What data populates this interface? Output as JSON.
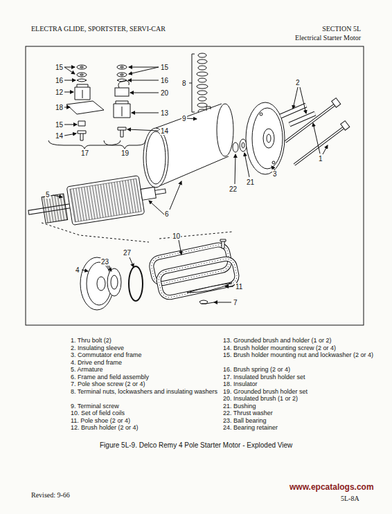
{
  "diagram": {
    "caption": "Figure 5L-9. Delco Remy 4 Pole Starter Motor - Exploded View",
    "labels": [
      "ELECTRA GLIDE, SPORTSTER, SERVI-CAR",
      "SECTION 5L",
      "Electrical Starter Motor",
      "15",
      "15",
      "16",
      "16",
      "12",
      "20",
      "18",
      "13",
      "15",
      "14",
      "14",
      "17",
      "19",
      "8",
      "9",
      "2",
      "1",
      "3",
      "22",
      "21",
      "5",
      "6",
      "4",
      "23",
      "27",
      "10",
      "11",
      "7",
      "1. Thru bolt (2)",
      "2. Insulating sleeve",
      "3. Commutator end frame",
      "4. Drive end frame",
      "5. Armature",
      "6. Frame and field assembly",
      "7. Pole shoe screw (2 or 4)",
      "8. Terminal nuts, lockwashers and insulating washers",
      "9. Terminal screw",
      "10. Set of field coils",
      "11. Pole shoe (2 or 4)",
      "12. Brush holder (2 or 4)",
      "13. Grounded brush and holder (1 or 2)",
      "14. Brush holder mounting screw (2 or 4)",
      "15. Brush holder mounting nut and lockwasher (2 or 4)",
      "16. Brush spring (2 or 4)",
      "17. Insulated brush holder set",
      "18. Insulator",
      "19. Grounded brush holder set",
      "20. Insulated brush (1 or 2)",
      "21. Bushing",
      "22. Thrust washer",
      "23. Ball bearing",
      "24. Bearing retainer",
      "Revised: 9-66",
      "5L-8A",
      "www.epcatalogs.com"
    ]
  }
}
